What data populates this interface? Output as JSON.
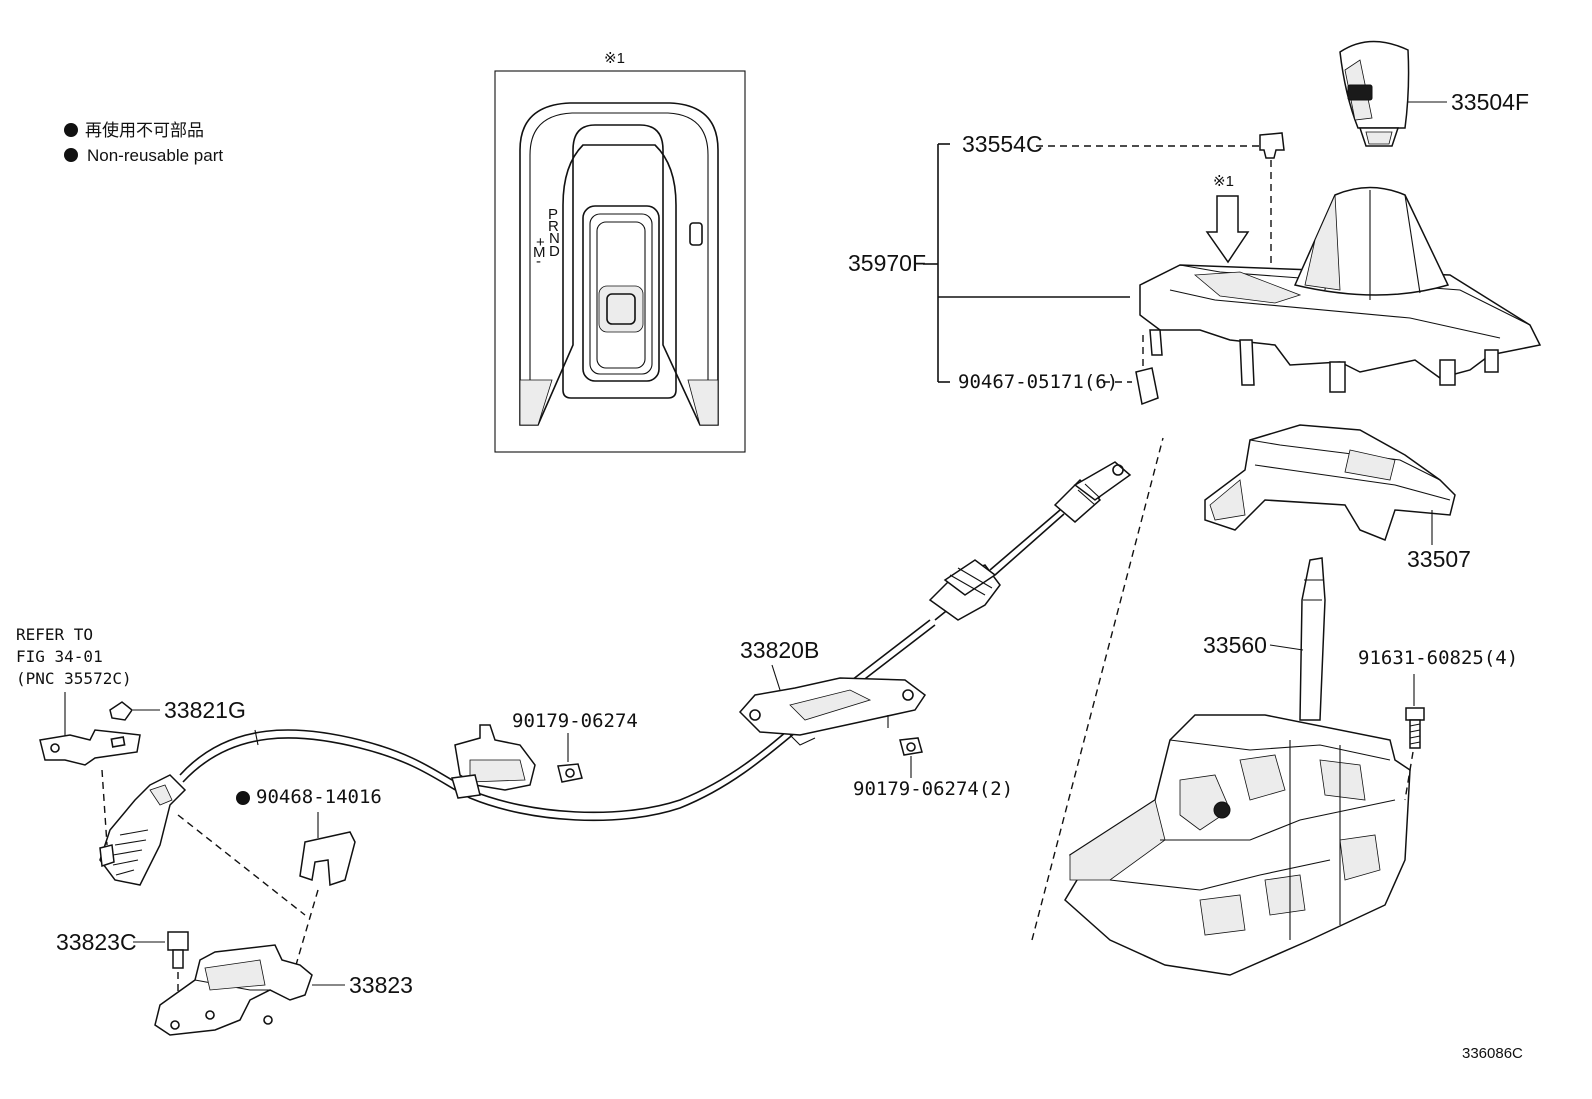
{
  "legend": {
    "jp": "再使用不可部品",
    "en": "Non-reusable part"
  },
  "inset": {
    "marker": "※1",
    "gear_letters": [
      "P",
      "R",
      "N",
      "D"
    ],
    "manual_letters": [
      "+",
      "M",
      "-"
    ]
  },
  "arrow_marker": "※1",
  "labels": {
    "p33504F": "33504F",
    "p33554C": "33554C",
    "p35970F": "35970F",
    "p90467": "90467-05171(6)",
    "p33507": "33507",
    "p33560": "33560",
    "p91631": "91631-60825(4)",
    "p33820B": "33820B",
    "p90179a": "90179-06274",
    "p90179b": "90179-06274(2)",
    "p33821G": "33821G",
    "p90468": "90468-14016",
    "p33823C": "33823C",
    "p33823": "33823"
  },
  "refer": {
    "line1": "REFER TO",
    "line2": "FIG 34-01",
    "line3": "(PNC 35572C)"
  },
  "figure_id": "336086C"
}
